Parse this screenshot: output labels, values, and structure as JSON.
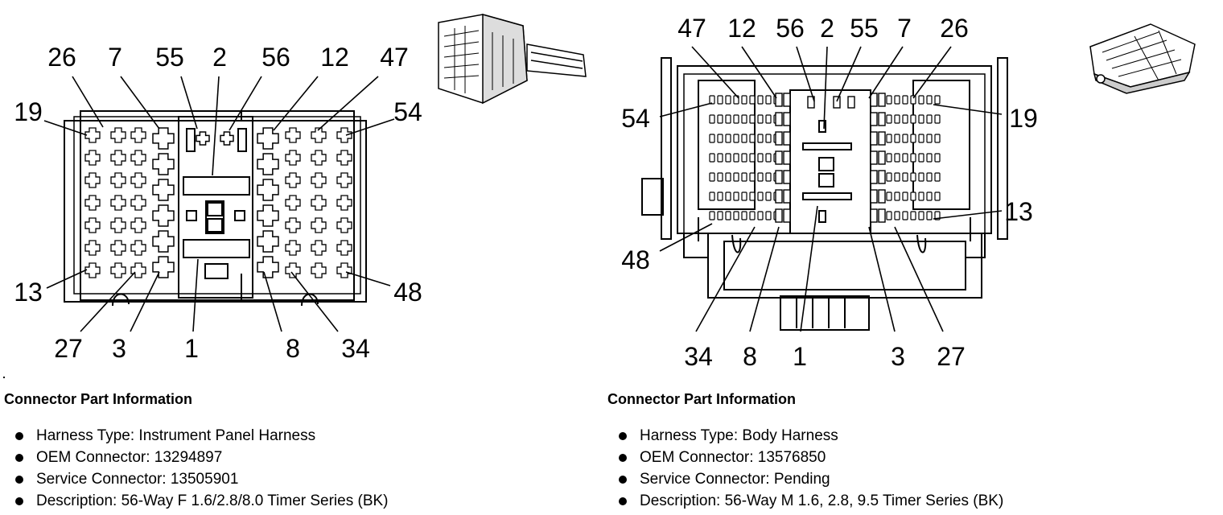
{
  "left": {
    "pin_labels": {
      "top": [
        "26",
        "7",
        "55",
        "2",
        "56",
        "12",
        "47"
      ],
      "side_left": "19",
      "side_right": "54",
      "bottom_left": "13",
      "bottom_right": "48",
      "bottom": [
        "27",
        "3",
        "1",
        "8",
        "34"
      ]
    },
    "info": {
      "title": "Connector Part Information",
      "items": [
        "Harness Type: Instrument Panel Harness",
        "OEM Connector: 13294897",
        "Service Connector: 13505901",
        "Description: 56-Way F 1.6/2.8/8.0 Timer Series (BK)"
      ]
    }
  },
  "right": {
    "pin_labels": {
      "top": [
        "47",
        "12",
        "56",
        "2",
        "55",
        "7",
        "26"
      ],
      "side_left": "54",
      "side_right": "19",
      "mid_right": "13",
      "bottom_left": "48",
      "bottom": [
        "34",
        "8",
        "1",
        "3",
        "27"
      ]
    },
    "info": {
      "title": "Connector Part Information",
      "items": [
        "Harness Type: Body Harness",
        "OEM Connector: 13576850",
        "Service Connector: Pending",
        "Description: 56-Way M 1.6, 2.8, 9.5 Timer Series (BK)"
      ]
    }
  },
  "icons": {
    "left_thumbnail": "connector-3d-icon",
    "right_thumbnail": "connector-3d-icon"
  }
}
